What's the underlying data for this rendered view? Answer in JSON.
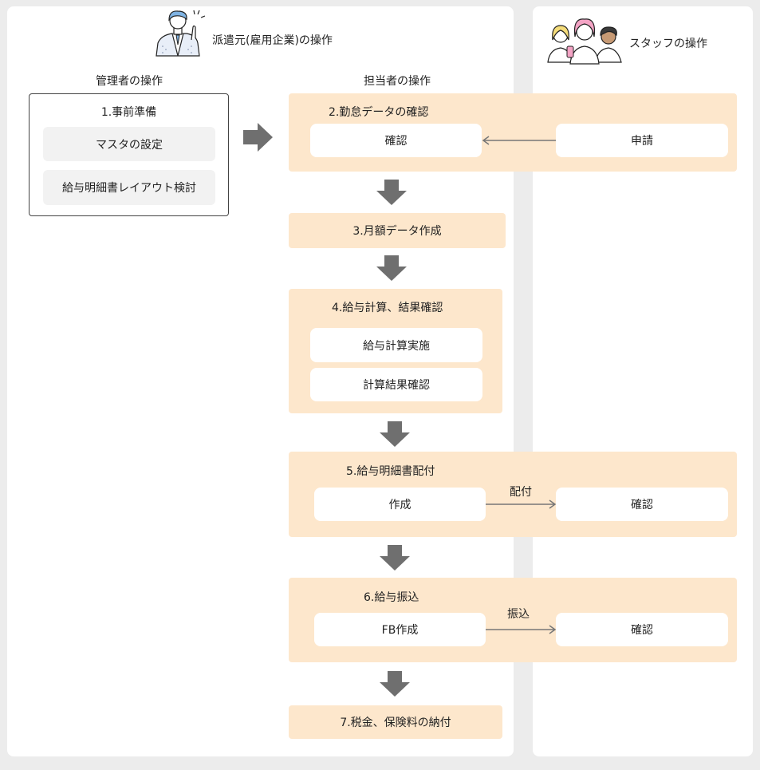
{
  "header": {
    "employer_title": "派遣元(雇用企業)の操作",
    "staff_title": "スタッフの操作"
  },
  "lanes": {
    "admin": "管理者の操作",
    "staff_in_charge": "担当者の操作"
  },
  "icons": {
    "employer_icon": "businessman-pointing-icon",
    "staff_icon": "staff-group-icon",
    "flow_arrow": "down-arrow-icon"
  },
  "colors": {
    "step_fill": "#fde7cc",
    "arrow_gray": "#6f6f6f",
    "panel_white": "#ffffff",
    "background": "#ececec",
    "person_blue": "#7fb3e3",
    "person_pink": "#f3a3c4"
  },
  "steps": {
    "s1": {
      "title": "1.事前準備",
      "items": [
        "マスタの設定",
        "給与明細書レイアウト検討"
      ]
    },
    "s2": {
      "title": "2.勤怠データの確認",
      "left": "確認",
      "right": "申請"
    },
    "s3": {
      "title": "3.月額データ作成"
    },
    "s4": {
      "title": "4.給与計算、結果確認",
      "items": [
        "給与計算実施",
        "計算結果確認"
      ]
    },
    "s5": {
      "title": "5.給与明細書配付",
      "left": "作成",
      "right": "確認",
      "edge": "配付"
    },
    "s6": {
      "title": "6.給与振込",
      "left": "FB作成",
      "right": "確認",
      "edge": "振込"
    },
    "s7": {
      "title": "7.税金、保険料の納付"
    }
  }
}
